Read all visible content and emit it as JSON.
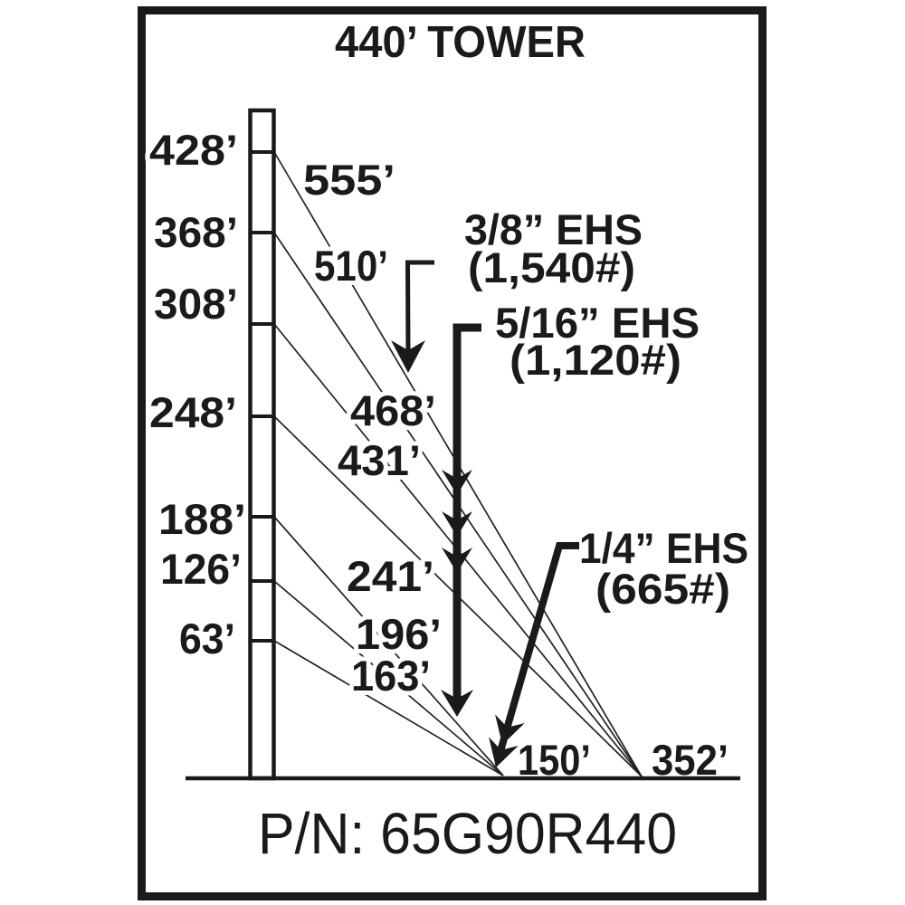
{
  "diagram": {
    "title": "440’ TOWER",
    "part_number": "P/N: 65G90R440",
    "tower_elevations": [
      "428’",
      "368’",
      "308’",
      "248’",
      "188’",
      "126’",
      "63’"
    ],
    "guy_lengths": [
      "555’",
      "510’",
      "468’",
      "431’",
      "241’",
      "196’",
      "163’"
    ],
    "anchor_distances": [
      "150’",
      "352’"
    ],
    "cables": [
      {
        "size": "3/8” EHS",
        "rating": "(1,540#)"
      },
      {
        "size": "5/16” EHS",
        "rating": "(1,120#)"
      },
      {
        "size": "1/4” EHS",
        "rating": "(665#)"
      }
    ],
    "colors": {
      "ink": "#1a1a1a",
      "wire": "#222222",
      "background": "#ffffff"
    }
  }
}
